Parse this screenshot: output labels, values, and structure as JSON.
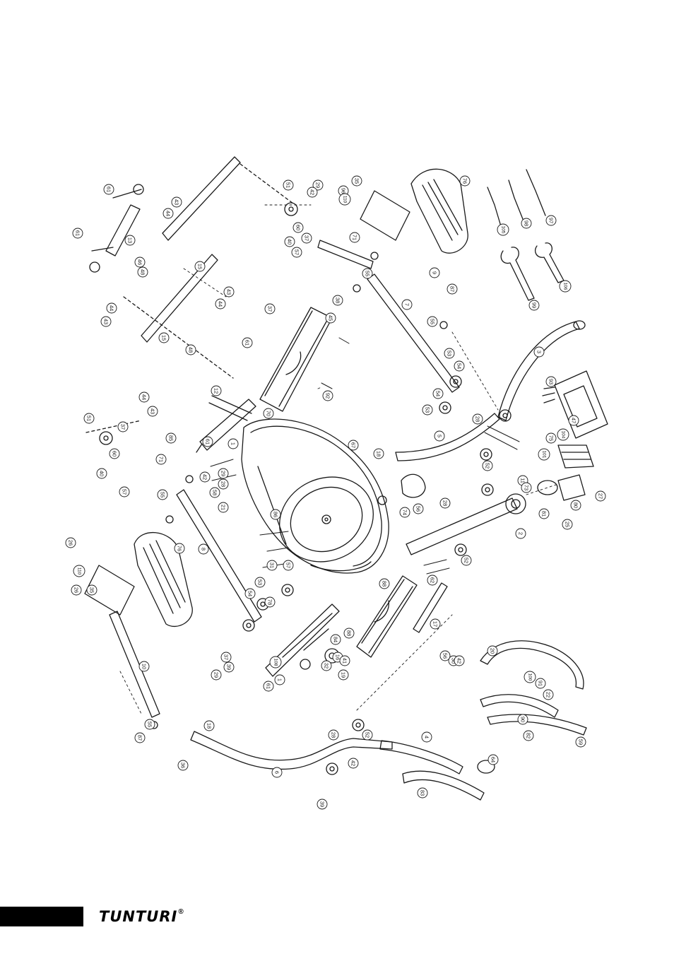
{
  "brand": {
    "name": "TUNTURI",
    "mark": "®"
  },
  "colors": {
    "line": "#1a1a1a",
    "footer_bar": "#000000",
    "background": "#ffffff"
  },
  "callouts": [
    "1",
    "2",
    "3",
    "4",
    "5",
    "6",
    "7",
    "8",
    "9",
    "10",
    "11",
    "12",
    "13",
    "15",
    "16",
    "17",
    "18",
    "19",
    "20",
    "21",
    "22",
    "25",
    "26",
    "27",
    "28",
    "29",
    "30",
    "31",
    "32",
    "35",
    "36",
    "37",
    "38",
    "39",
    "40",
    "41",
    "42",
    "43",
    "44",
    "45",
    "46",
    "47",
    "48",
    "51",
    "52",
    "53",
    "54",
    "55",
    "56",
    "57",
    "58",
    "59",
    "60",
    "61",
    "62",
    "64",
    "67",
    "70",
    "71",
    "73",
    "74",
    "75",
    "76",
    "78",
    "80",
    "81",
    "82",
    "83",
    "84",
    "85",
    "86",
    "87",
    "88",
    "90",
    "91",
    "92",
    "93",
    "96",
    "97",
    "98",
    "99",
    "100",
    "101",
    "104",
    "105",
    "106",
    "108",
    "110"
  ]
}
